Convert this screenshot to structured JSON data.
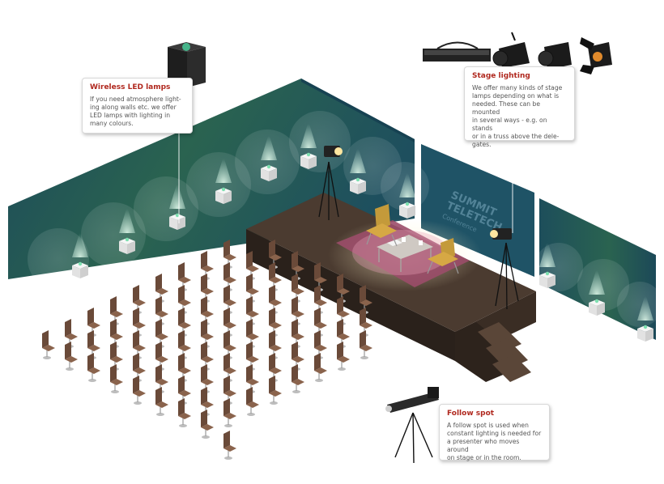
{
  "callouts": {
    "wireless": {
      "title": "Wireless LED lamps",
      "lines": [
        "If you need atmosphere light-",
        "ing along walls etc. we offer",
        "LED lamps with lighting in",
        "many colours."
      ]
    },
    "stage": {
      "title": "Stage lighting",
      "lines": [
        "We offer many kinds of stage",
        "lamps depending on what is",
        "needed. These can be mounted",
        "in several ways - e.g. on stands",
        "or in a truss above the dele-",
        "gates."
      ]
    },
    "follow": {
      "title": "Follow spot",
      "lines": [
        "A follow spot is used when",
        "constant lighting is needed for",
        "a presenter who moves around",
        "on stage or in the room."
      ]
    }
  },
  "screen": {
    "line1": "SUMMIT",
    "line2": "TELETECH",
    "line3": "Conference"
  },
  "colors": {
    "wall_teal": "#1e4f5e",
    "wall_green": "#2e6a52",
    "stage_top": "#4a3a30",
    "stage_side": "#2e241d",
    "carpet": "#9c4e6a",
    "chair": "#6e4e3c",
    "accent_red": "#b0281e"
  }
}
